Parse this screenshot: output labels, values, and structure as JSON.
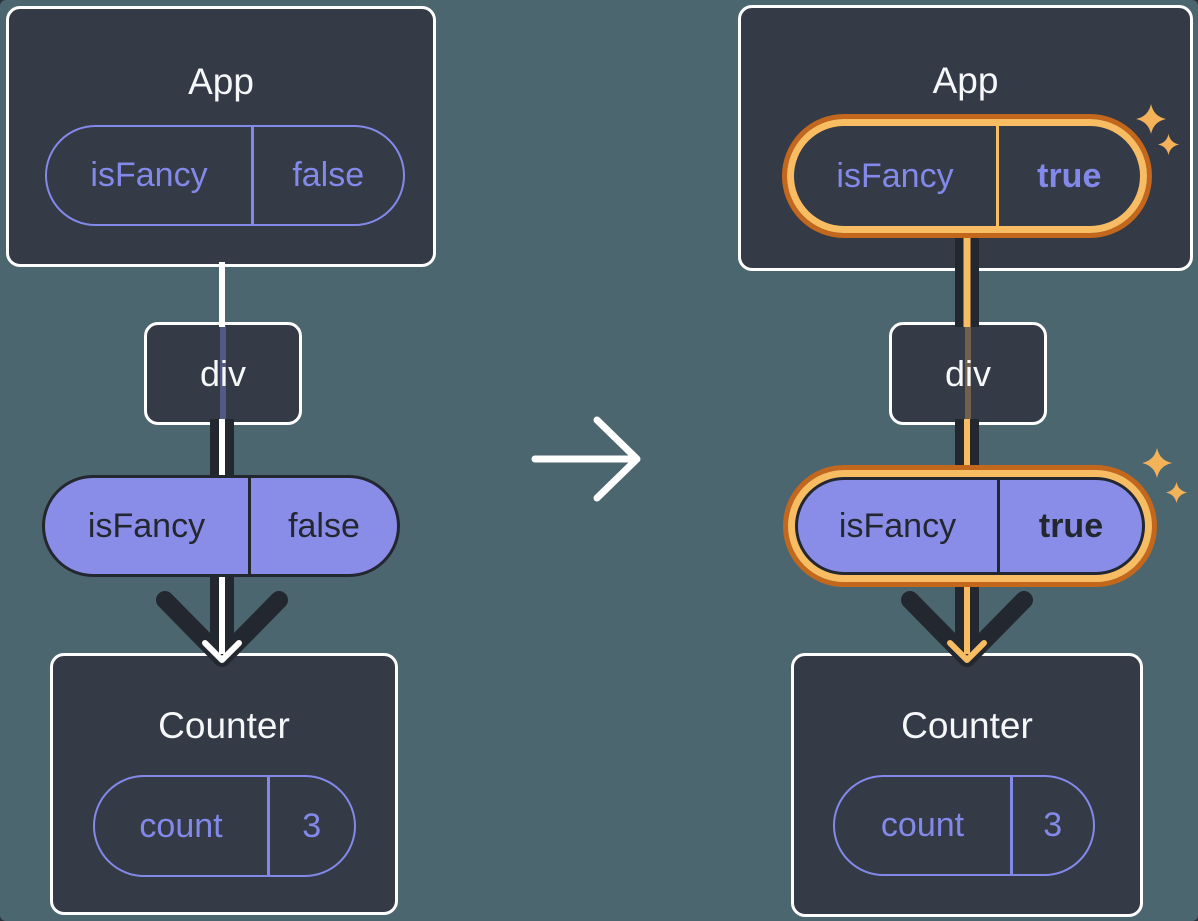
{
  "colors": {
    "background": "#4C666F",
    "box_fill": "#343A46",
    "box_border": "#FFFFFF",
    "purple": "#8389E8",
    "purple_fill": "#8A8DE8",
    "dark": "#23272F",
    "orange_dark": "#C2671C",
    "orange_light": "#F8BC63",
    "sparkle": "#F4B259",
    "white": "#FFFFFF",
    "title_text": "#F6F7F9"
  },
  "icons": {
    "transition": "arrow-right-icon",
    "highlight": "sparkle-4-point-icon"
  },
  "before": {
    "app": {
      "title": "App",
      "state": {
        "name": "isFancy",
        "value": "false"
      }
    },
    "div": {
      "title": "div"
    },
    "prop": {
      "name": "isFancy",
      "value": "false"
    },
    "counter": {
      "title": "Counter",
      "state": {
        "name": "count",
        "value": "3"
      }
    }
  },
  "after": {
    "app": {
      "title": "App",
      "state": {
        "name": "isFancy",
        "value": "true"
      }
    },
    "div": {
      "title": "div"
    },
    "prop": {
      "name": "isFancy",
      "value": "true"
    },
    "counter": {
      "title": "Counter",
      "state": {
        "name": "count",
        "value": "3"
      }
    }
  }
}
